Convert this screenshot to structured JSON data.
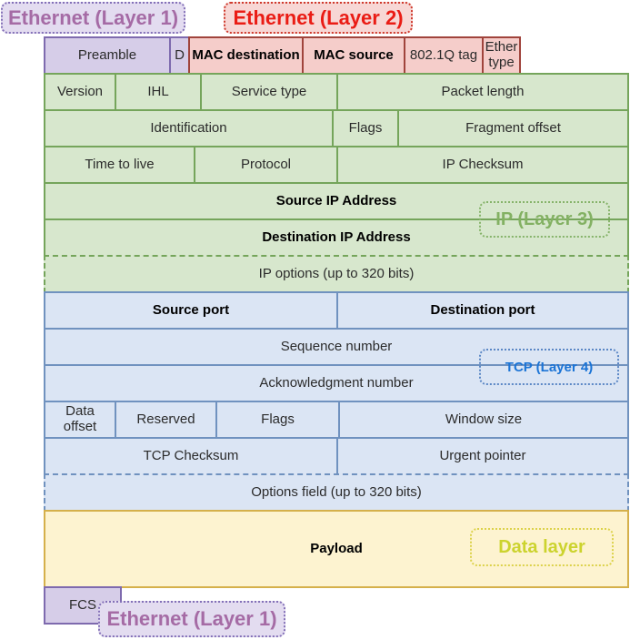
{
  "labels": {
    "eth1_top": "Ethernet (Layer 1)",
    "eth2_top": "Ethernet (Layer 2)",
    "ip_layer3": "IP (Layer 3)",
    "tcp_layer4": "TCP (Layer 4)",
    "data_layer": "Data layer",
    "eth1_bottom": "Ethernet (Layer 1)"
  },
  "fields": {
    "preamble": "Preamble",
    "sfd": "D",
    "mac_destination": "MAC destination",
    "mac_source": "MAC source",
    "dot1q_tag": "802.1Q tag",
    "ether_type": "Ether type",
    "version": "Version",
    "ihl": "IHL",
    "service_type": "Service type",
    "packet_length": "Packet length",
    "identification": "Identification",
    "ip_flags": "Flags",
    "fragment_offset": "Fragment offset",
    "time_to_live": "Time to live",
    "protocol": "Protocol",
    "ip_checksum": "IP Checksum",
    "source_ip": "Source IP Address",
    "destination_ip": "Destination IP Address",
    "ip_options": "IP options (up to 320 bits)",
    "source_port": "Source port",
    "destination_port": "Destination port",
    "sequence_number": "Sequence number",
    "ack_number": "Acknowledgment number",
    "data_offset": "Data offset",
    "reserved": "Reserved",
    "tcp_flags": "Flags",
    "window_size": "Window size",
    "tcp_checksum": "TCP Checksum",
    "urgent_pointer": "Urgent pointer",
    "tcp_options": "Options field (up to 320 bits)",
    "payload": "Payload",
    "fcs": "FCS"
  },
  "colors": {
    "ethernet_fill": "#d6cde8",
    "ethernet_border": "#7e6aae",
    "ethernet_label_text": "#a56ba5",
    "layer2_fill": "#f5cdca",
    "layer2_border": "#a0443c",
    "layer2_label_text": "#ea1c15",
    "ip_fill": "#d7e7cd",
    "ip_border": "#75a55b",
    "ip_label_text": "#83b163",
    "tcp_fill": "#dbe5f4",
    "tcp_border": "#7092bf",
    "tcp_label_text": "#1b74d6",
    "payload_fill": "#fdf3d0",
    "payload_border": "#d5b04b",
    "data_label_text": "#ccd32e"
  }
}
